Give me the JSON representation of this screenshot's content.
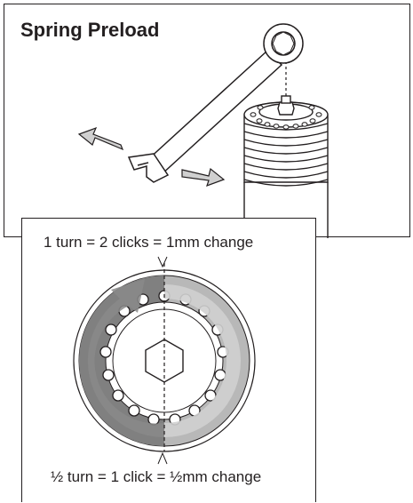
{
  "title": "Spring Preload",
  "caption_top": "1 turn = 2 clicks = 1mm change",
  "caption_bottom": "½ turn = 1 click = ½mm change",
  "colors": {
    "line": "#231f20",
    "ring_dark": "#808080",
    "ring_light": "#b8b8b8",
    "arrow_dark": "#8a8a8a",
    "arrow_light": "#d0d0d0"
  },
  "icons": [
    "wrench-icon",
    "rotate-left-arrow-icon",
    "rotate-right-arrow-icon",
    "preload-adjuster-icon",
    "rotation-arrow-icon",
    "hex-nut-icon"
  ]
}
